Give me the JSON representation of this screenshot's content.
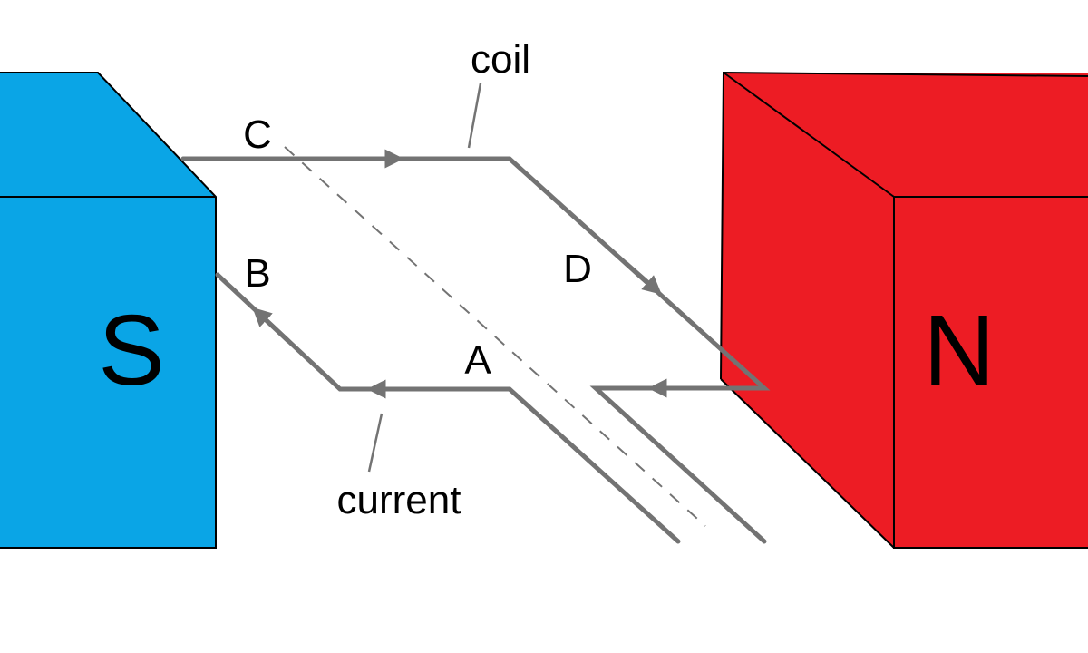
{
  "magnets": {
    "south": {
      "label": "S",
      "color": "#0aa5e6"
    },
    "north": {
      "label": "N",
      "color": "#ed1c24"
    }
  },
  "coil": {
    "label": "coil",
    "color": "#737373"
  },
  "current": {
    "label": "current"
  },
  "points": {
    "A": "A",
    "B": "B",
    "C": "C",
    "D": "D"
  }
}
